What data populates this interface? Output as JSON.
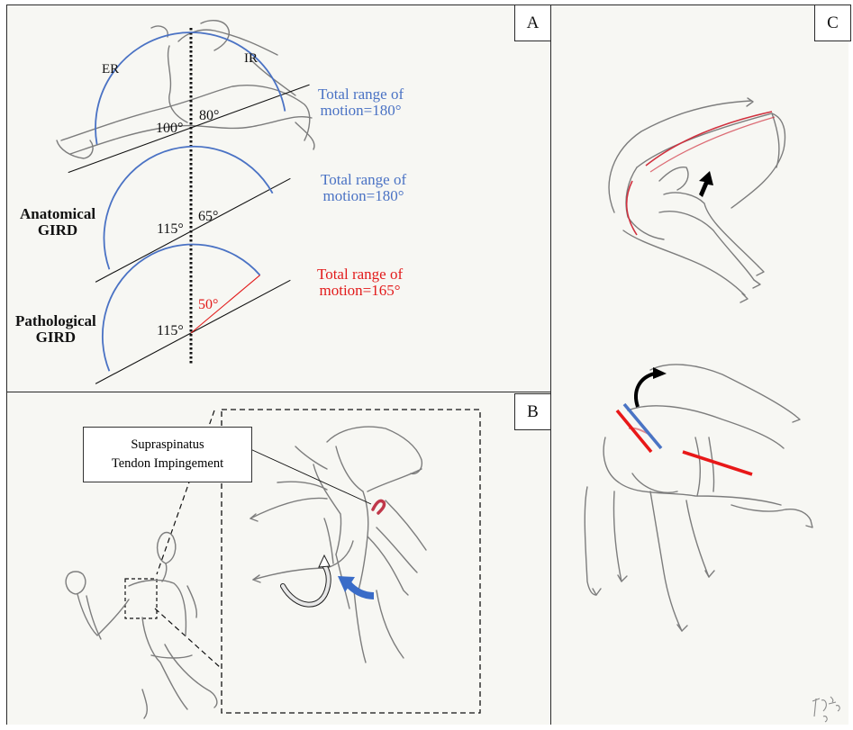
{
  "figure": {
    "panels": [
      {
        "id": "A",
        "label": "A"
      },
      {
        "id": "B",
        "label": "B"
      },
      {
        "id": "C",
        "label": "C"
      }
    ]
  },
  "panel_a": {
    "rotation_labels": {
      "external": "ER",
      "internal": "IR"
    },
    "diagrams": [
      {
        "name": "normal",
        "side_label": [],
        "er_angle": "100°",
        "ir_angle": "80°",
        "ir_color": "#111111",
        "total_label": [
          "Total range of",
          "motion=180°"
        ],
        "total_color": "#4a72c4",
        "er_degrees": 100,
        "ir_degrees": 80
      },
      {
        "name": "anatomical-gird",
        "side_label": [
          "Anatomical",
          "GIRD"
        ],
        "er_angle": "115°",
        "ir_angle": "65°",
        "ir_color": "#111111",
        "total_label": [
          "Total range of",
          "motion=180°"
        ],
        "total_color": "#4a72c4",
        "er_degrees": 115,
        "ir_degrees": 65
      },
      {
        "name": "pathological-gird",
        "side_label": [
          "Pathological",
          "GIRD"
        ],
        "er_angle": "115°",
        "ir_angle": "50°",
        "ir_color": "#e21b1b",
        "total_label": [
          "Total range of",
          "motion=165°"
        ],
        "total_color": "#e21b1b",
        "er_degrees": 115,
        "ir_degrees": 50
      }
    ],
    "colors": {
      "arc": "#4a72c4",
      "deficit": "#e21b1b",
      "axis": "#111111"
    }
  },
  "panel_b": {
    "callout": [
      "Supraspinatus",
      "Tendon Impingement"
    ],
    "highlight_color": "#c0384a",
    "arrow_colors": {
      "rotation": "#3a6cc8",
      "outline": "#ffffff"
    }
  },
  "panel_c": {
    "marker_colors": {
      "red": "#e81818",
      "blue": "#4a74c4",
      "arrow": "#000000",
      "tissue": "#d0303e"
    }
  }
}
